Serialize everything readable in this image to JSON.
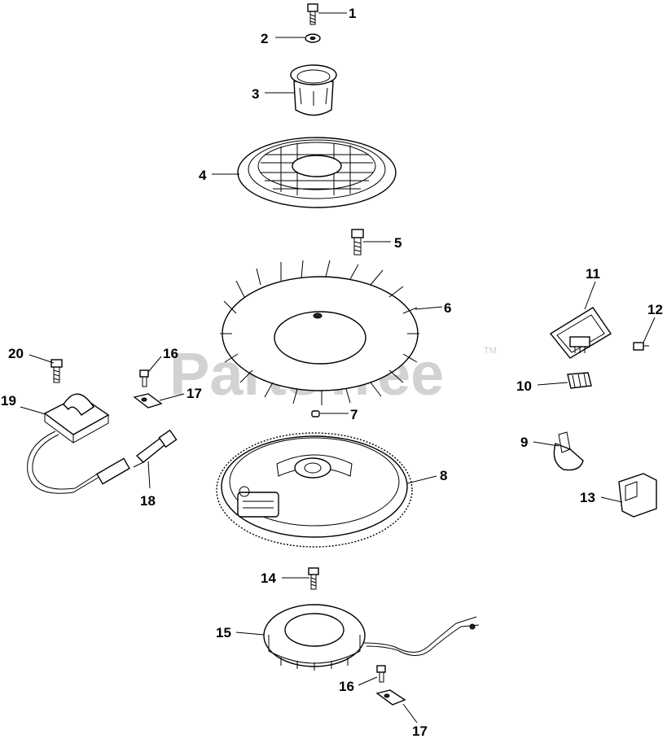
{
  "watermark": {
    "text": "PartsTree",
    "trademark": "TM"
  },
  "callouts": [
    {
      "id": "c1",
      "label": "1"
    },
    {
      "id": "c2",
      "label": "2"
    },
    {
      "id": "c3",
      "label": "3"
    },
    {
      "id": "c4",
      "label": "4"
    },
    {
      "id": "c5",
      "label": "5"
    },
    {
      "id": "c6",
      "label": "6"
    },
    {
      "id": "c7",
      "label": "7"
    },
    {
      "id": "c8",
      "label": "8"
    },
    {
      "id": "c9",
      "label": "9"
    },
    {
      "id": "c10",
      "label": "10"
    },
    {
      "id": "c11",
      "label": "11"
    },
    {
      "id": "c12",
      "label": "12"
    },
    {
      "id": "c13",
      "label": "13"
    },
    {
      "id": "c14",
      "label": "14"
    },
    {
      "id": "c15",
      "label": "15"
    },
    {
      "id": "c16a",
      "label": "16"
    },
    {
      "id": "c16b",
      "label": "16"
    },
    {
      "id": "c17a",
      "label": "17"
    },
    {
      "id": "c17b",
      "label": "17"
    },
    {
      "id": "c18",
      "label": "18"
    },
    {
      "id": "c19",
      "label": "19"
    },
    {
      "id": "c20",
      "label": "20"
    }
  ]
}
